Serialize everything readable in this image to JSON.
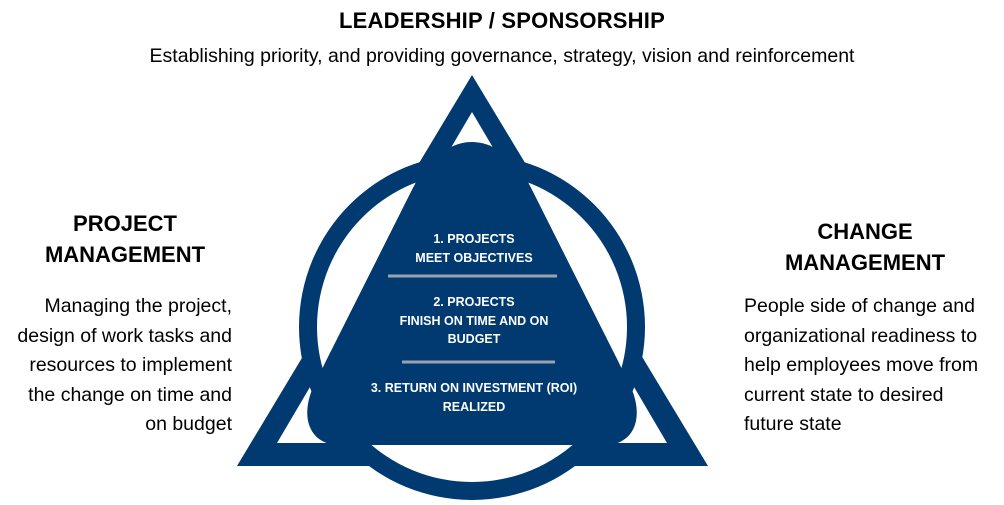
{
  "leadership": {
    "title": "LEADERSHIP / SPONSORSHIP",
    "description": "Establishing priority, and providing governance, strategy, vision and reinforcement"
  },
  "project_management": {
    "title_line1": "PROJECT",
    "title_line2": "MANAGEMENT",
    "description_lines": [
      "Managing the project,",
      "design of work tasks and",
      "resources to implement",
      "the change on time and",
      "on budget"
    ]
  },
  "change_management": {
    "title_line1": "CHANGE",
    "title_line2": "MANAGEMENT",
    "description_lines": [
      "People side of change and",
      "organizational readiness to",
      "help employees move from",
      "current state to desired",
      "future state"
    ]
  },
  "outcomes": [
    {
      "lines": [
        "1.  PROJECTS",
        "MEET OBJECTIVES"
      ]
    },
    {
      "lines": [
        "2.  PROJECTS",
        "FINISH ON TIME AND ON",
        "BUDGET"
      ]
    },
    {
      "lines": [
        "3.  RETURN ON INVESTMENT (ROI)",
        "REALIZED"
      ]
    }
  ],
  "colors": {
    "navy": "#003a70",
    "divider": "#9aa3ad",
    "text": "#000000"
  }
}
